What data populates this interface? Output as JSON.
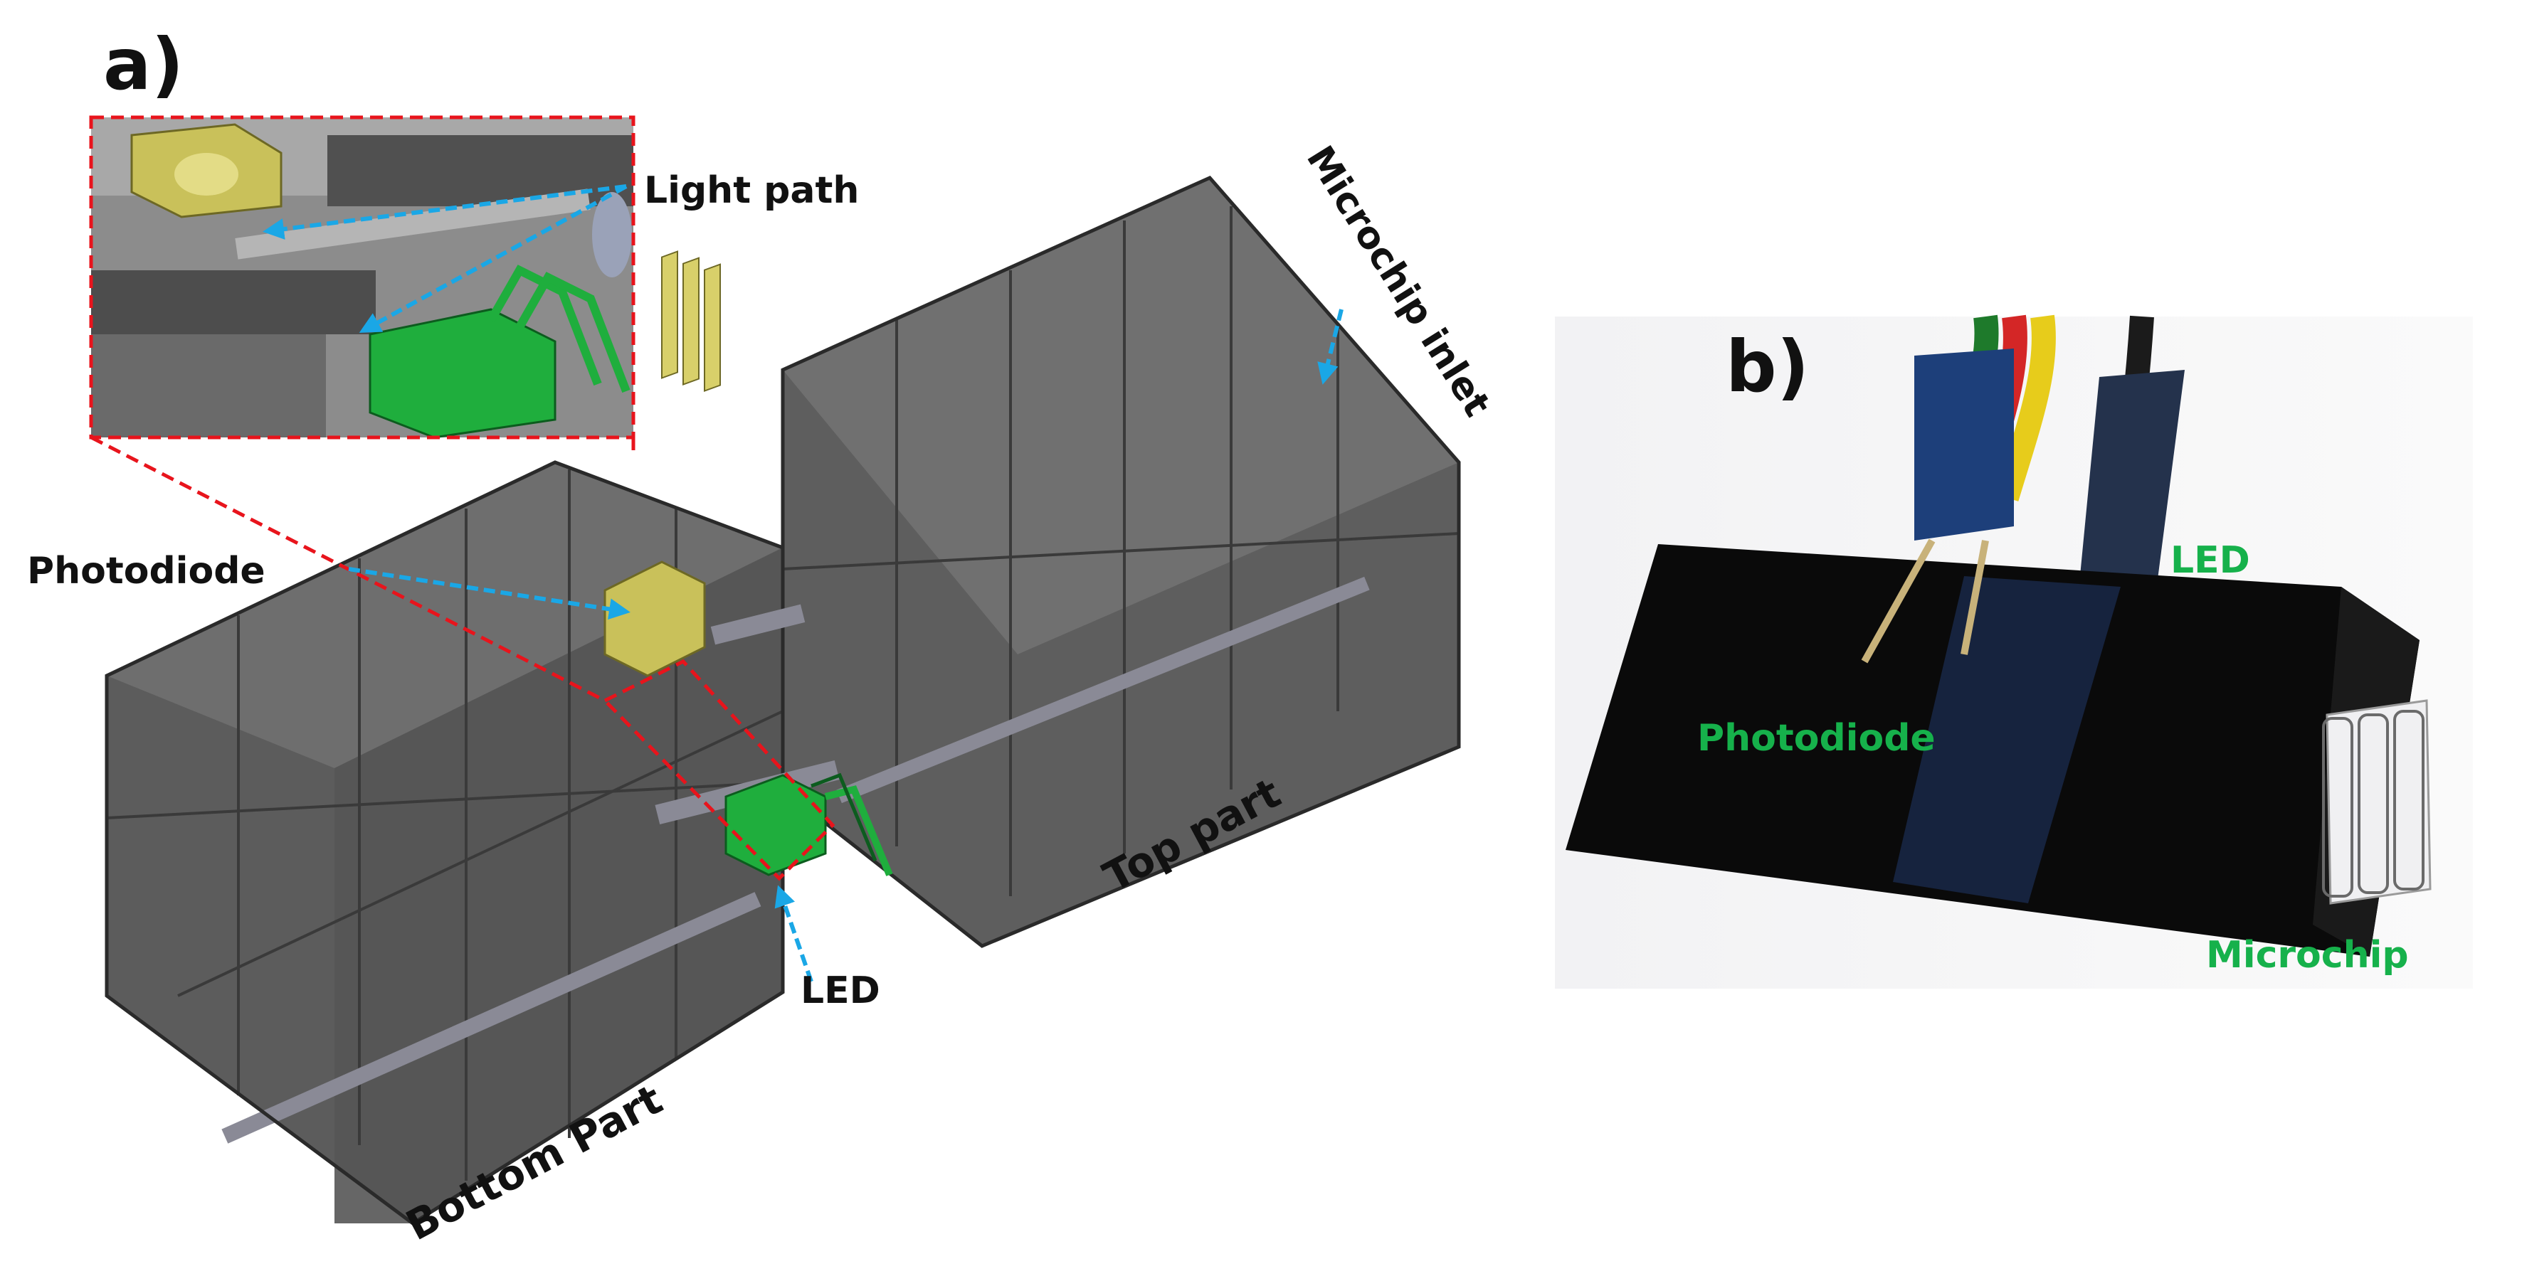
{
  "panels": {
    "a": {
      "label": "a)"
    },
    "b": {
      "label": "b)"
    }
  },
  "labels": {
    "light_path": "Light path",
    "microchip_inlet": "Microchip inlet",
    "photodiode": "Photodiode",
    "led": "LED",
    "top_part": "Top part",
    "bottom_part": "Bottom Part"
  },
  "photo_labels": {
    "led": "LED",
    "photodiode": "Photodiode",
    "microchip": "Microchip"
  },
  "colors": {
    "arrow": "#1aa7e6",
    "zoom_frame": "#e8141c",
    "photo_label": "#16b14b",
    "photodiode_part": "#c9c15a",
    "led_part": "#1fae3d"
  }
}
